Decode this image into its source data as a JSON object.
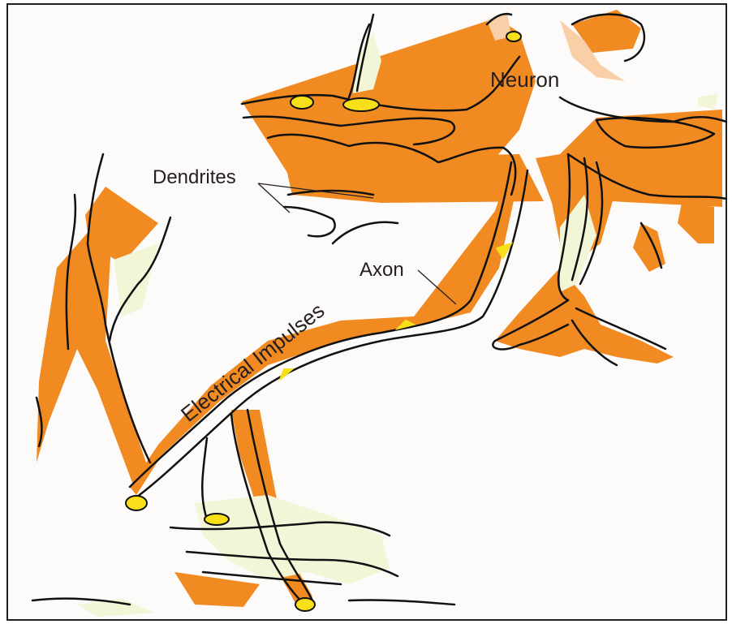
{
  "labels": {
    "neuron": "Neuron",
    "dendrites": "Dendrites",
    "axon": "Axon",
    "electrical_impulses": "Electrical Impulses"
  },
  "colors": {
    "background": "#fdfafa",
    "border": "#231f20",
    "cell_fill": "#f18a21",
    "highlight_fill": "#f2f5d6",
    "terminal_fill": "#f7e01a",
    "peach_fill": "#f9cfa8",
    "outline": "#111111"
  }
}
